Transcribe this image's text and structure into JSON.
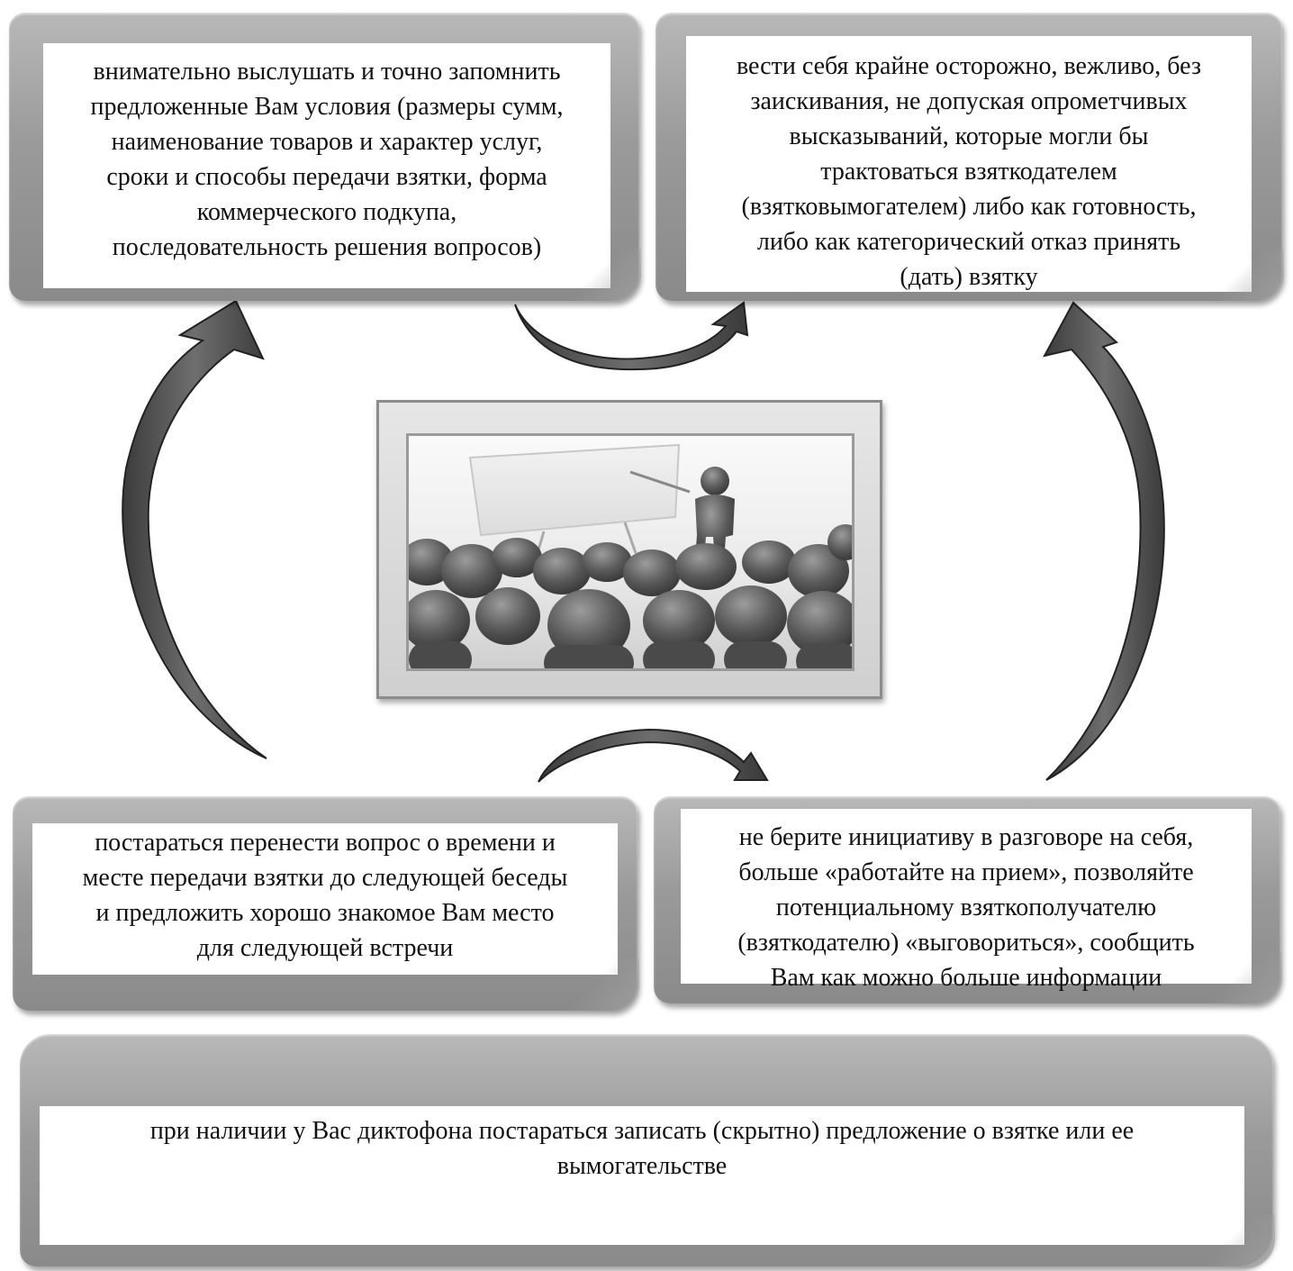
{
  "boxes": {
    "top_left": "внимательно выслушать и точно запомнить предложенные Вам условия (размеры сумм, наименование товаров и характер услуг, сроки и способы передачи взятки, форма коммерческого подкупа, последовательность решения вопросов)",
    "top_left_lines": [
      "внимательно выслушать и точно запомнить",
      "предложенные Вам условия (размеры сумм,",
      "наименование товаров и характер услуг,",
      "сроки и способы передачи взятки, форма",
      "коммерческого подкупа,",
      "последовательность решения вопросов)"
    ],
    "top_right_lines": [
      "вести себя крайне осторожно, вежливо, без",
      "заискивания, не допуская опрометчивых",
      "высказываний, которые могли бы",
      "трактоваться взяткодателем",
      "(взятковымогателем) либо как готовность,",
      "либо как категорический отказ принять",
      "(дать) взятку"
    ],
    "bottom_left_lines": [
      "постараться перенести вопрос о времени и",
      "месте передачи взятки до следующей беседы",
      "и предложить хорошо знакомое Вам место",
      "для следующей встречи"
    ],
    "bottom_right_lines": [
      "не берите инициативу в разговоре на себя,",
      "больше «работайте на прием», позволяйте",
      "потенциальному взяткополучателю",
      "(взяткодателю) «выговориться», сообщить",
      "Вам как можно больше информации"
    ],
    "bottom_wide_lines": [
      "при наличии у Вас диктофона постараться записать (скрытно) предложение о взятке или ее",
      "вымогательстве"
    ]
  },
  "colors": {
    "panel": "#9a9a9a",
    "arrow": "#555555",
    "arrow_edge": "#2e2e2e"
  },
  "icons": {
    "center_image": "presentation-audience-image"
  }
}
